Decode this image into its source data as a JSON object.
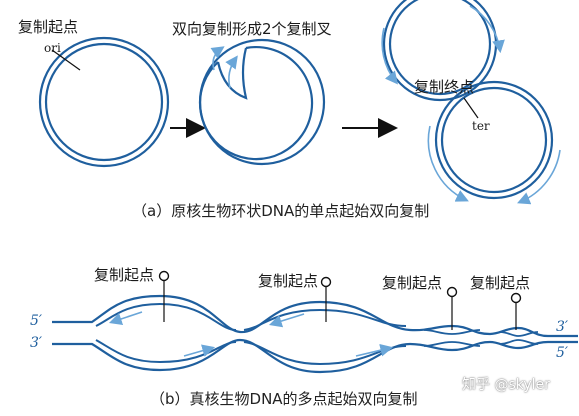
{
  "panel_a": {
    "label_origin": "复制起点",
    "label_ori": "ori",
    "label_bidirectional": "双向复制形成2个复制叉",
    "label_terminus": "复制终点",
    "label_ter": "ter",
    "caption": "（a）原核生物环状DNA的单点起始双向复制"
  },
  "panel_b": {
    "origin_labels": [
      "复制起点",
      "复制起点",
      "复制起点",
      "复制起点"
    ],
    "left_top_end": "5′",
    "left_bottom_end": "3′",
    "right_top_end": "3′",
    "right_bottom_end": "5′",
    "caption": "（b）真核生物DNA的多点起始双向复制"
  },
  "watermark": "知乎 @skyler",
  "colors": {
    "dna_strand": "#1f5f9e",
    "arrow_light": "#6aa6d8",
    "text": "#1a1a1a"
  }
}
